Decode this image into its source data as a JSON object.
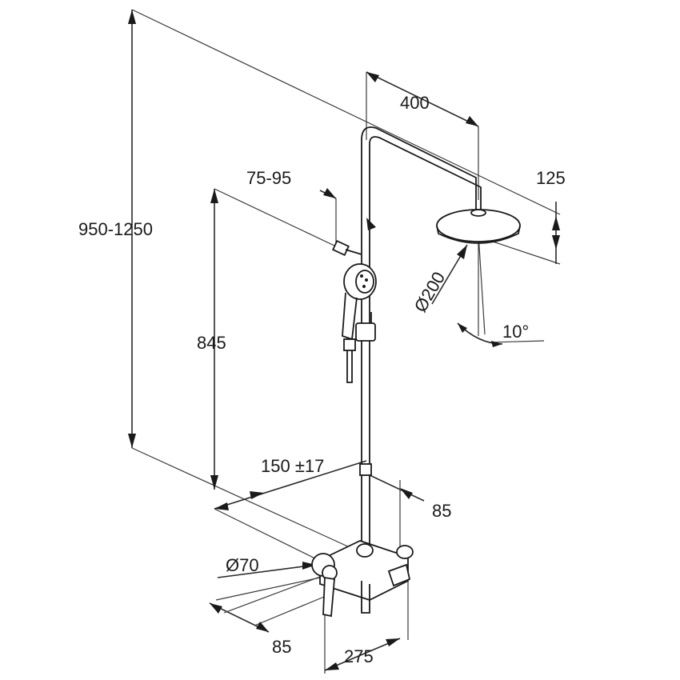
{
  "dimensions": {
    "total_height": "950-1250",
    "arm_length": "400",
    "head_drop": "125",
    "slider_offset": "75-95",
    "slider_height": "845",
    "head_diameter": "Ø200",
    "head_tilt": "10°",
    "mixer_centres": "150 ±17",
    "riser_offset": "85",
    "handle_diameter": "Ø70",
    "mixer_depth": "85",
    "spout_width": "275"
  }
}
